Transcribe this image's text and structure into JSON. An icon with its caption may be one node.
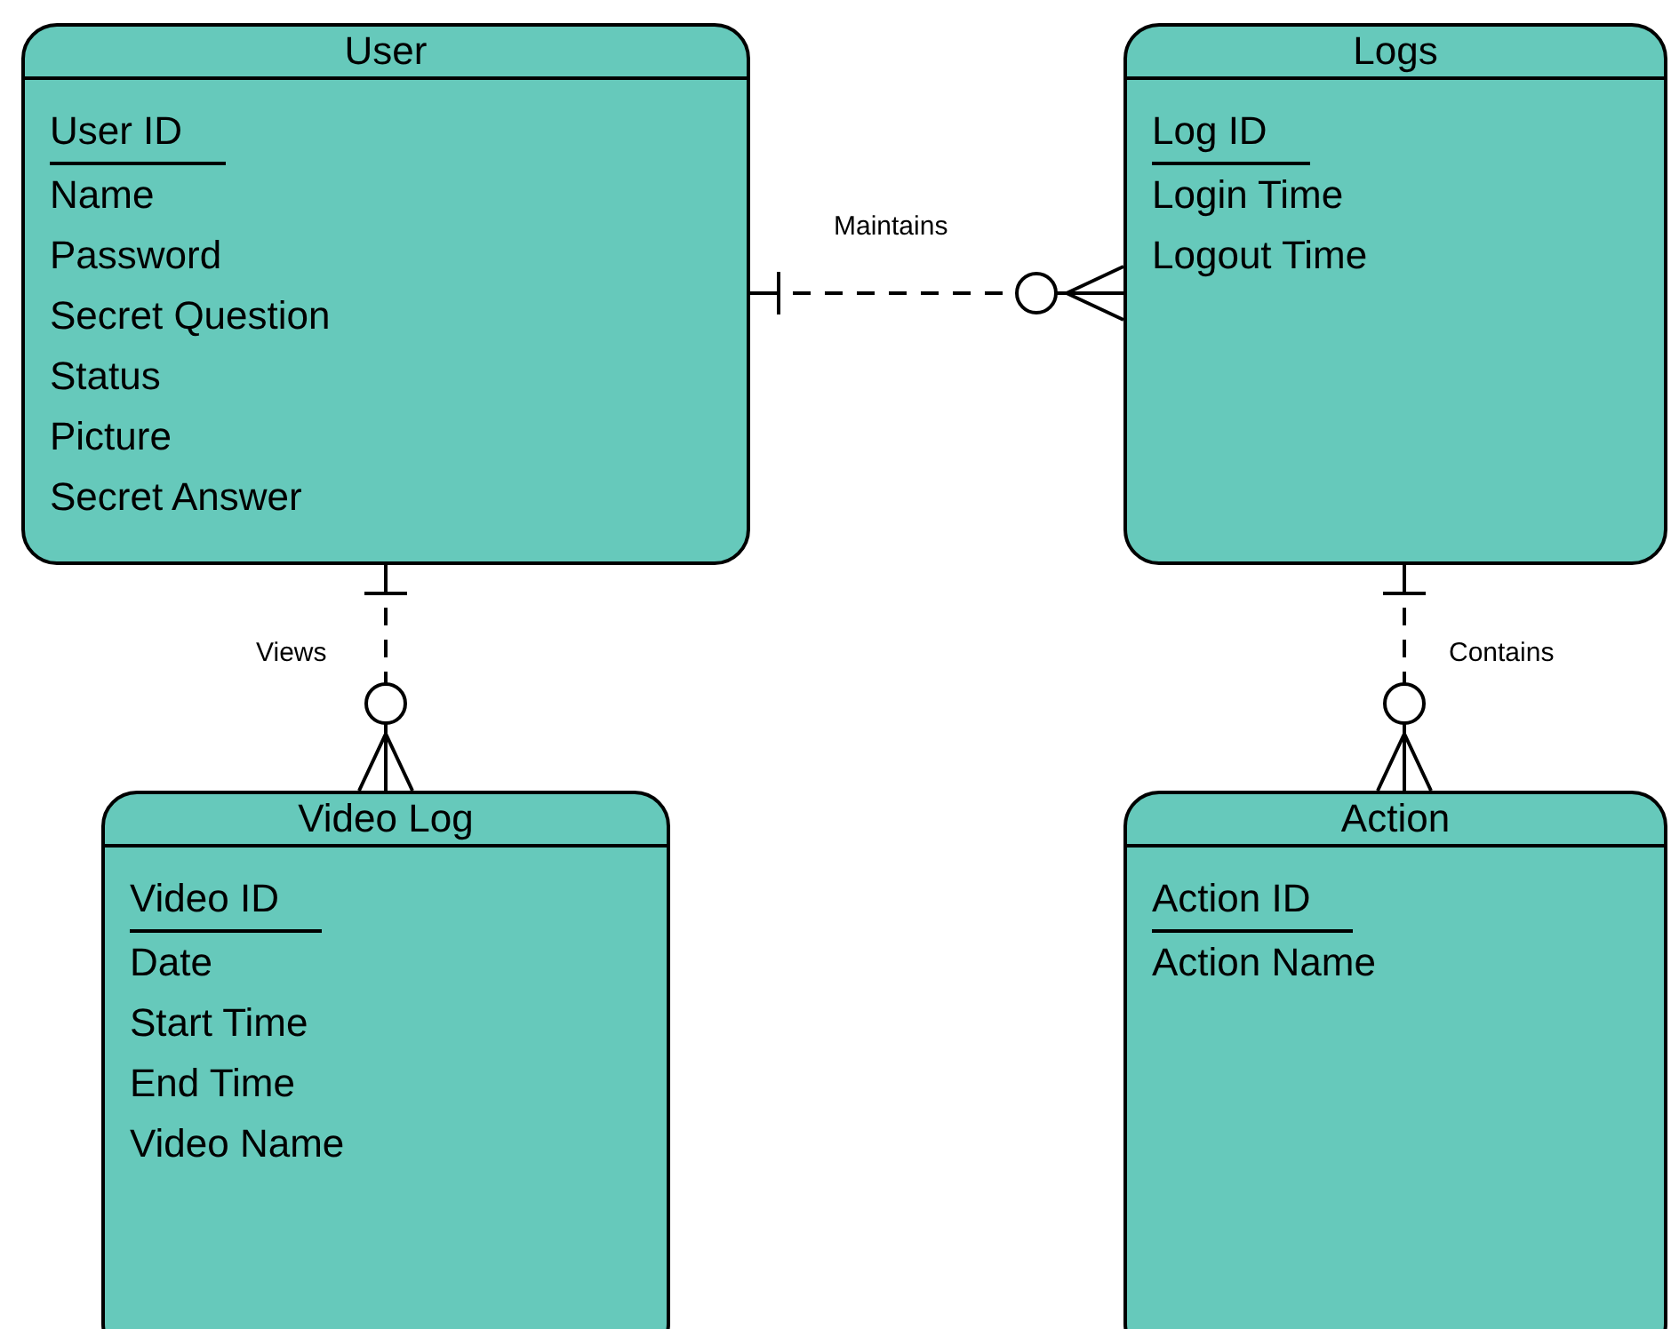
{
  "diagram": {
    "nodes": [
      {
        "text": [
          "User",
          "User ID",
          "Name",
          "Password",
          "Secret Question",
          "Status",
          "Picture",
          "Secret Answer"
        ]
      },
      {
        "text": [
          "Logs",
          "Log ID",
          "Login Time",
          "Logout Time"
        ]
      },
      {
        "text": [
          "Video Log",
          "Video ID",
          "Date",
          "Start Time",
          "End Time",
          "Video Name"
        ]
      },
      {
        "text": [
          "Action",
          "Action ID",
          "Action Name"
        ]
      }
    ],
    "edges": [
      {
        "from": 0,
        "to": 1,
        "arrow": "other",
        "label": "Maintains",
        "style": "dashed"
      },
      {
        "from": 0,
        "to": 2,
        "arrow": "other",
        "label": "Views",
        "style": "dashed"
      },
      {
        "from": 1,
        "to": 3,
        "arrow": "other",
        "label": "Contains",
        "style": "dashed"
      }
    ]
  }
}
